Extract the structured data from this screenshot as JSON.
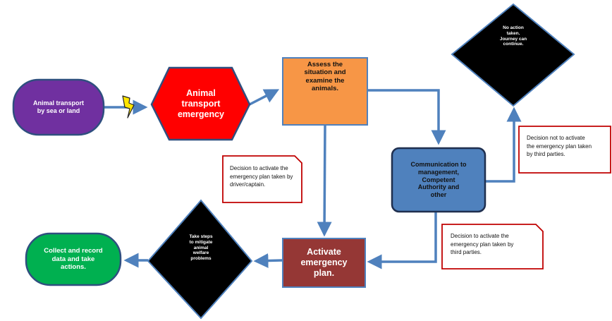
{
  "colors": {
    "arrow": "#4f81bd",
    "start": "#7030a0",
    "emergency": "#ff0000",
    "assess": "#f79646",
    "communication": "#4f81bd",
    "activate": "#953735",
    "collect": "#00b050",
    "decision_diamond": "#000000",
    "note_border": "#c00000",
    "lightning": "#ffe600"
  },
  "nodes": {
    "start": "Animal transport\nby sea or land",
    "emergency": "Animal\ntransport\nemergency",
    "assess": "Assess the\nsituation and\nexamine the\nanimals.",
    "no_action": "No action\ntaken.\nJourney can\ncontinue.",
    "communication": "Communication to\nmanagement,\nCompetent\nAuthority and\nother",
    "activate": "Activate\nemergency\nplan.",
    "mitigate": "Take steps\nto mitigate\nanimal\nwelfare\nproblems",
    "collect": "Collect and record\ndata and take\nactions."
  },
  "notes": {
    "driver": "Decision to activate the\nemergency plan taken by\ndriver/captain.",
    "not_activate": "Decision not to activate\nthe emergency plan taken\nby third parties.",
    "third_party": "Decision to activate the\nemergency plan taken by\nthird parties."
  }
}
